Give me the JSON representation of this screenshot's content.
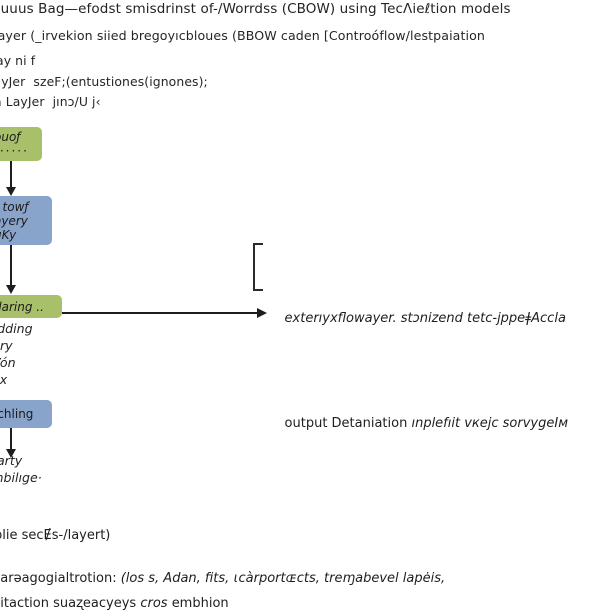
{
  "document": {
    "title": "nuuus Bag—efodst smisdrinst of-/Worrdss (CBOW) using TecΛieℓtion models",
    "header_lines": [
      "layer (_irvekion siied bregoyıcbloues (BBOW caden [Controóflow/lestpaiation",
      "ay ni f",
      "layJer  szeF;(entustiones(ignones);",
      "a LayJer  jınɔ/U j‹"
    ]
  },
  "flow": {
    "nodes": [
      {
        "id": "input-node",
        "color": "#a9c06a",
        "lines": [
          "ouoƒ",
          "······"
        ]
      },
      {
        "id": "embedding-node",
        "color": "#88a4cb",
        "lines": [
          "t towƒ",
          "ayery",
          "uKy"
        ]
      },
      {
        "id": "pooling-node",
        "color": "#a9c06a",
        "lines": [
          "daring .."
        ]
      },
      {
        "id": "dense-node",
        "color": "#88a4cb",
        "lines": [
          "ichling"
        ]
      }
    ],
    "stack_labels": [
      {
        "id": "pooling-stack",
        "lines": [
          "rdding",
          "dry",
          "Vón",
          "ax"
        ]
      },
      {
        "id": "dense-stack",
        "lines": [
          "tarty",
          "ihbilıge·"
        ]
      }
    ]
  },
  "annotation": {
    "bracket_label": "output-annotation-bracket",
    "line1_italic": "exterıyхflowayer. stɔnizend tetc-jppeǂAccla",
    "line2_prefix": "output Detaniation ",
    "line2_italic": "ınplefıit vкeјc sorᴠygeIм"
  },
  "footer": {
    "line1": "plie secɆs-/layert)",
    "line2_prefix": "arəagogialtrotion: ",
    "line2_italic": "(los s, Adan, fits, ɩcàrportɶctѕ, treɱabevel lapėis,",
    "line3_prefix": "itaction suaʐeacyeys ",
    "line3_italic": "cros ",
    "line3_suffix": "embhion"
  },
  "colors": {
    "green": "#a9c06a",
    "blue": "#88a4cb",
    "ink": "#1d1d1d",
    "background": "#ffffff"
  }
}
